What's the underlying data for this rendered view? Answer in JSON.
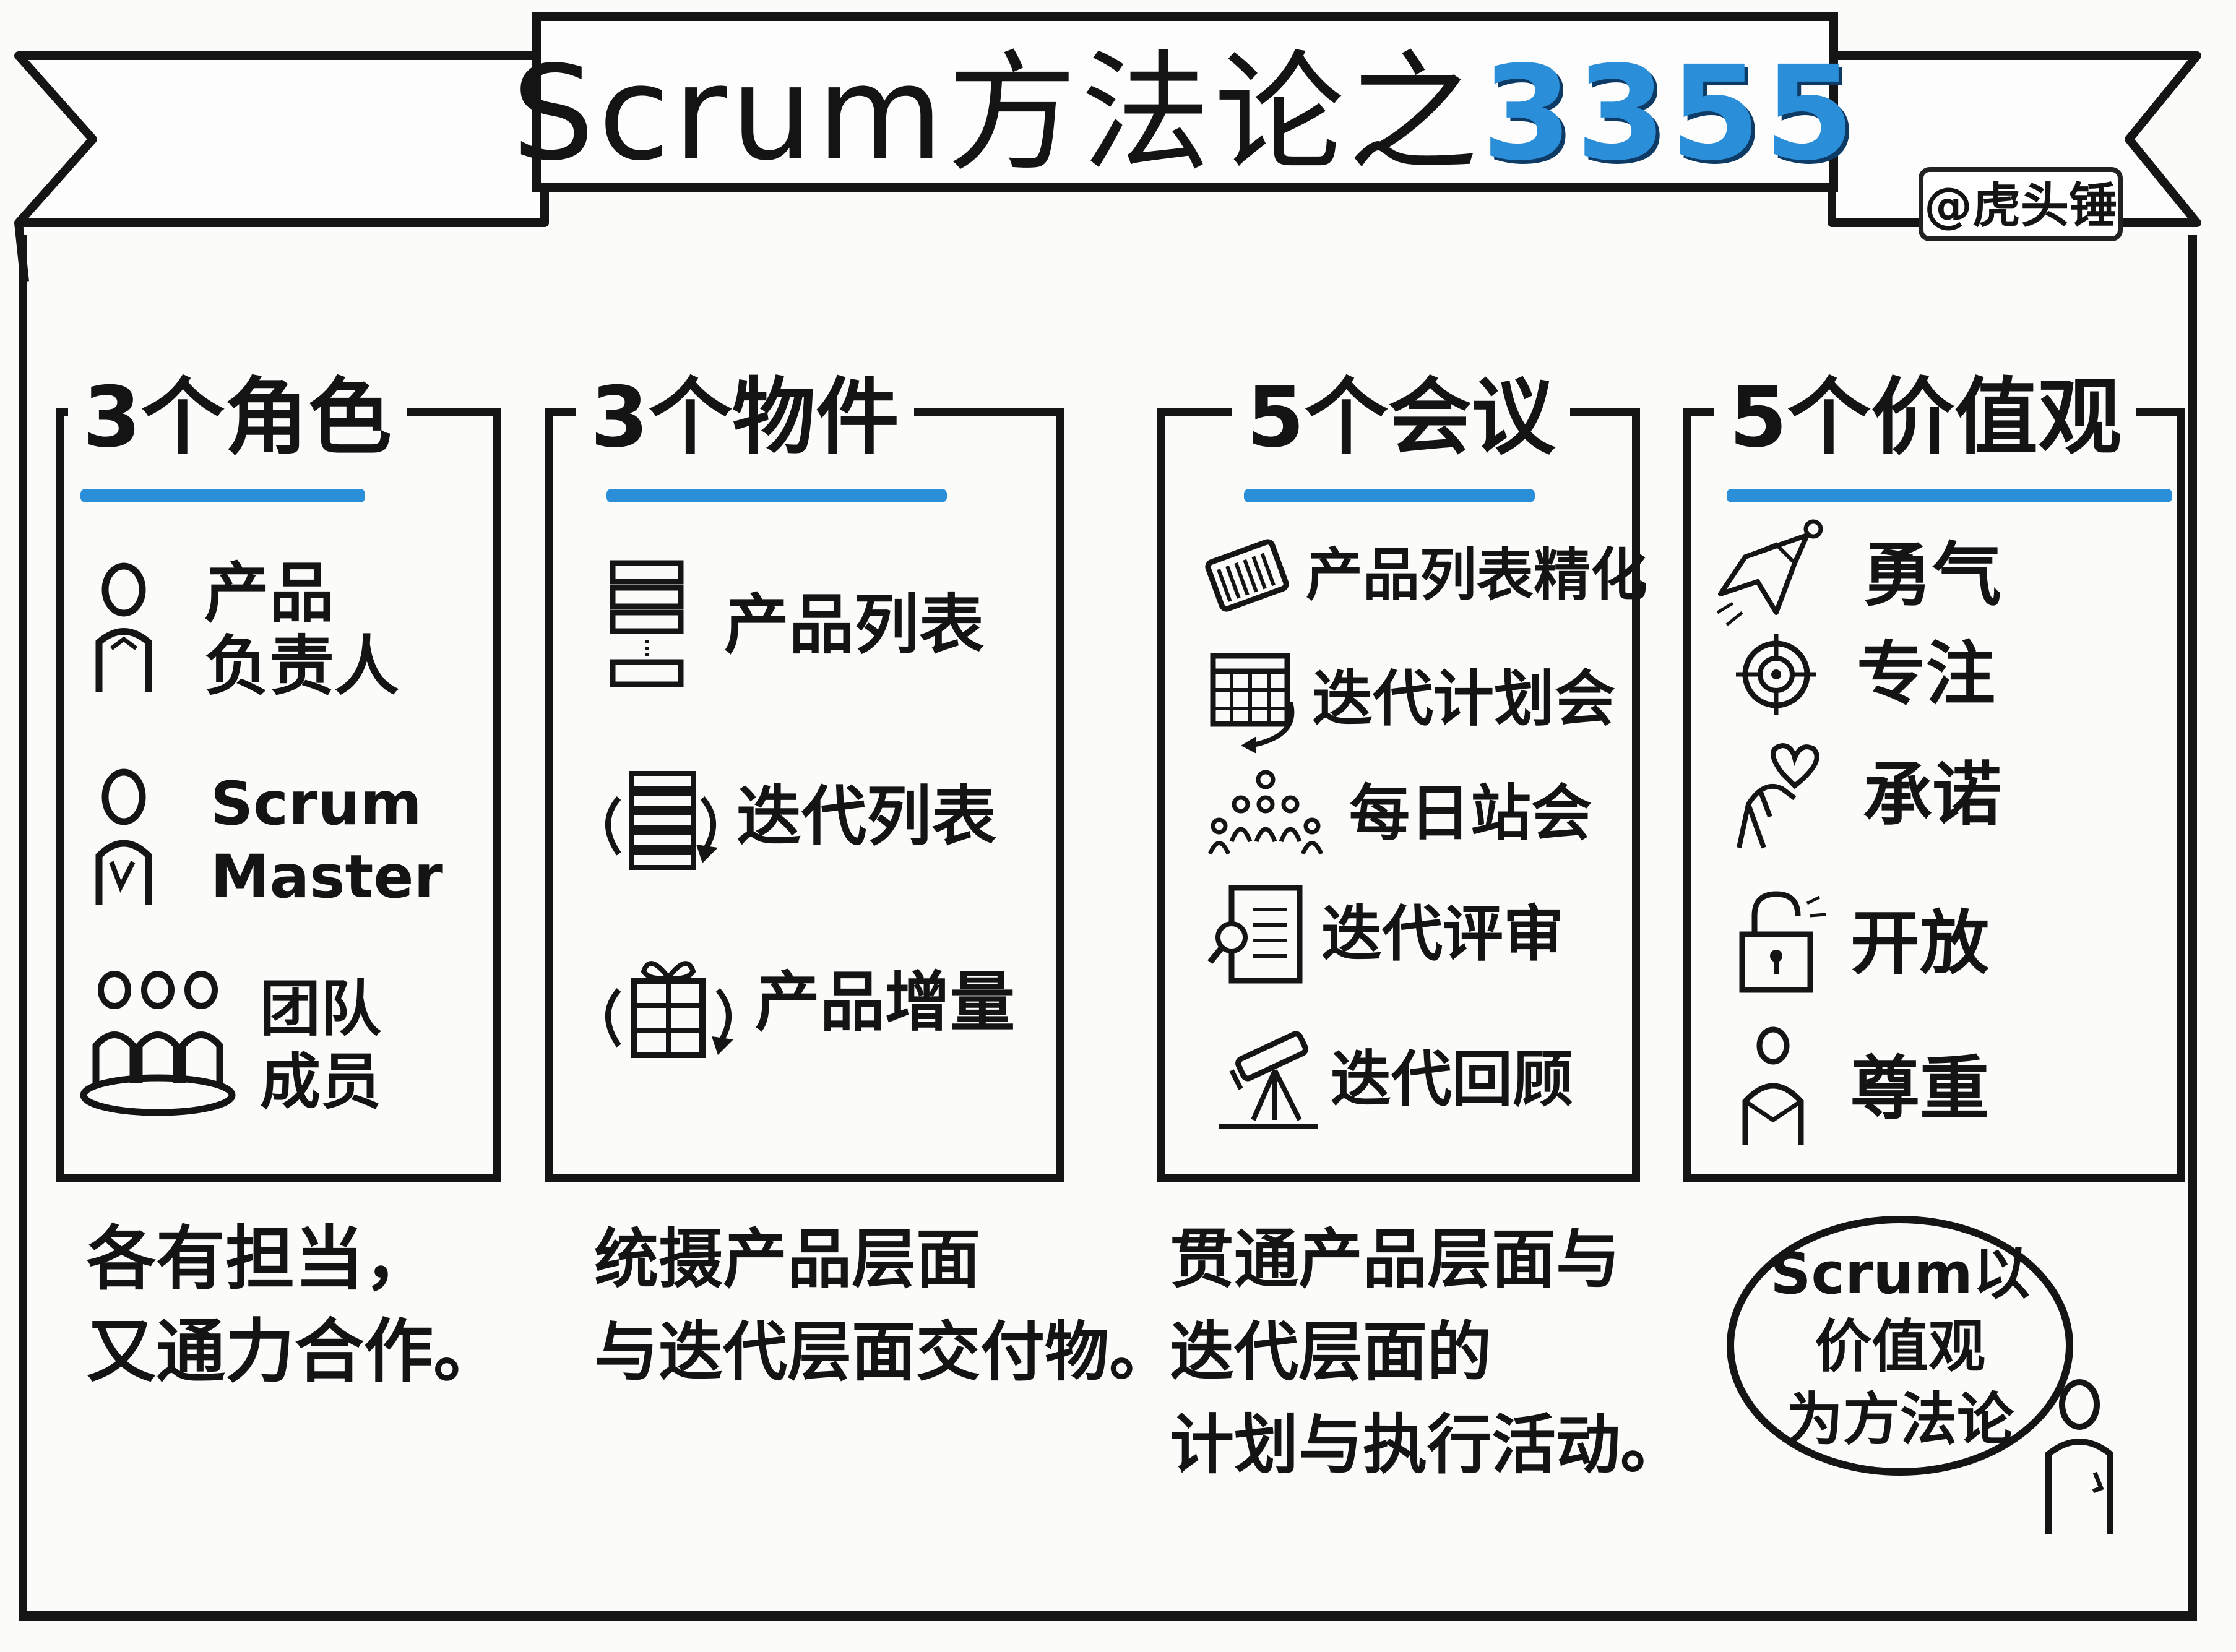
{
  "header": {
    "title_prefix": "Scrum方法论之",
    "title_number": "3355",
    "author": "@虎头锤"
  },
  "columns": [
    {
      "title": "3个角色",
      "items": [
        {
          "label": "产品\n负责人",
          "icon": "person-icon"
        },
        {
          "label": "Scrum\nMaster",
          "icon": "scrum-master-person-icon"
        },
        {
          "label": "团队\n成员",
          "icon": "team-members-icon"
        }
      ],
      "summary": "各有担当，\n又通力合作。"
    },
    {
      "title": "3个物件",
      "items": [
        {
          "label": "产品列表",
          "icon": "product-backlog-stack-icon"
        },
        {
          "label": "迭代列表",
          "icon": "sprint-backlog-cycle-icon"
        },
        {
          "label": "产品增量",
          "icon": "gift-box-increment-icon"
        }
      ],
      "summary": "统摄产品层面\n与迭代层面交付物。"
    },
    {
      "title": "5个会议",
      "items": [
        {
          "label": "产品列表精化",
          "icon": "comb-refinement-icon"
        },
        {
          "label": "迭代计划会",
          "icon": "calendar-planning-icon"
        },
        {
          "label": "每日站会",
          "icon": "standup-people-icon"
        },
        {
          "label": "迭代评审",
          "icon": "document-review-icon"
        },
        {
          "label": "迭代回顾",
          "icon": "telescope-retrospective-icon"
        }
      ],
      "summary": "贯通产品层面与\n迭代层面的\n计划与执行活动。"
    },
    {
      "title": "5个价值观",
      "items": [
        {
          "label": "勇气",
          "icon": "superhero-cape-icon"
        },
        {
          "label": "专注",
          "icon": "target-crosshair-icon"
        },
        {
          "label": "承诺",
          "icon": "hand-heart-icon"
        },
        {
          "label": "开放",
          "icon": "open-padlock-icon"
        },
        {
          "label": "尊重",
          "icon": "respect-person-icon"
        }
      ]
    }
  ],
  "conclusion": "Scrum以\n价值观\n为方法论",
  "colors": {
    "ink": "#151515",
    "accent_blue": "#2a8fd8"
  }
}
